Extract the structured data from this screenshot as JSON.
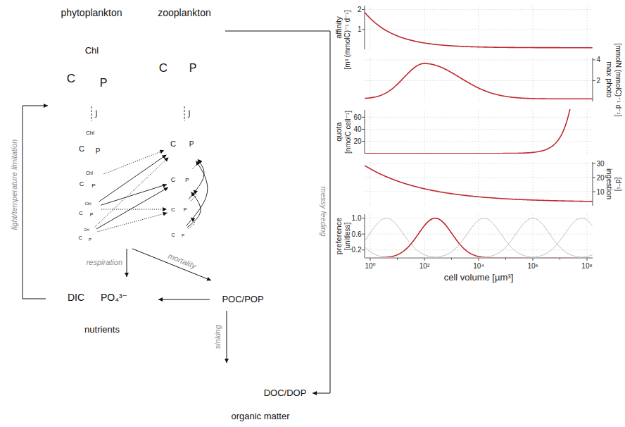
{
  "diagram": {
    "nodes": [
      {
        "text": [
          "phytoplankton"
        ]
      },
      {
        "text": [
          "C"
        ],
        "in": 0
      },
      {
        "text": [
          "Chl"
        ],
        "in": 1
      },
      {
        "text": [
          "P"
        ],
        "in": 1
      },
      {
        "text": [
          "C"
        ],
        "in": 0
      },
      {
        "text": [
          "Chl"
        ],
        "in": 4
      },
      {
        "text": [
          "P"
        ],
        "in": 4
      },
      {
        "text": [
          "C"
        ],
        "in": 0
      },
      {
        "text": [
          "Chl"
        ],
        "in": 7
      },
      {
        "text": [
          "P"
        ],
        "in": 7
      },
      {
        "text": [
          "C"
        ],
        "in": 0
      },
      {
        "text": [
          "Chl"
        ],
        "in": 10
      },
      {
        "text": [
          "P"
        ],
        "in": 10
      },
      {
        "text": [
          "C"
        ],
        "in": 0
      },
      {
        "text": [
          "Chl"
        ],
        "in": 13
      },
      {
        "text": [
          "P"
        ],
        "in": 13
      },
      {
        "text": [
          "zooplankton"
        ]
      },
      {
        "text": [
          "C"
        ],
        "in": 16
      },
      {
        "text": [
          "P"
        ],
        "in": 17
      },
      {
        "text": [
          "C"
        ],
        "in": 16
      },
      {
        "text": [
          "P"
        ],
        "in": 19
      },
      {
        "text": [
          "C"
        ],
        "in": 16
      },
      {
        "text": [
          "P"
        ],
        "in": 21
      },
      {
        "text": [
          "C"
        ],
        "in": 16
      },
      {
        "text": [
          "P"
        ],
        "in": 23
      },
      {
        "text": [
          "C"
        ],
        "in": 16
      },
      {
        "text": [
          "P"
        ],
        "in": 25
      },
      {
        "text": [
          "nutrients"
        ]
      },
      {
        "text": [
          "DIC",
          "PO₄³⁻"
        ],
        "in": 27
      },
      {
        "text": [
          "organic matter"
        ]
      },
      {
        "text": [
          "POC/POP"
        ],
        "in": 29
      },
      {
        "text": [
          "DOC/DOP"
        ],
        "in": 29
      }
    ],
    "edges": [
      {
        "from": 1,
        "to": 4,
        "arrow": "none",
        "label": "j"
      },
      {
        "from": 17,
        "to": 19,
        "arrow": "none",
        "label": "j"
      },
      {
        "from": 7,
        "to": 19,
        "arrow": "to"
      },
      {
        "from": 10,
        "to": 19,
        "arrow": "to"
      },
      {
        "from": 10,
        "to": 21,
        "arrow": "to"
      },
      {
        "from": 10,
        "to": 23,
        "arrow": "to"
      },
      {
        "from": 13,
        "to": 19,
        "arrow": "to"
      },
      {
        "from": 13,
        "to": 21,
        "arrow": "to"
      },
      {
        "from": 13,
        "to": 23,
        "arrow": "to"
      },
      {
        "from": 25,
        "to": 23,
        "arrow": "to"
      },
      {
        "from": 25,
        "to": 21,
        "arrow": "to"
      },
      {
        "from": 25,
        "to": 19,
        "arrow": "to"
      },
      {
        "from": 23,
        "to": 21,
        "arrow": "to"
      },
      {
        "from": 23,
        "to": 19,
        "arrow": "to"
      },
      {
        "from": 21,
        "to": 19,
        "arrow": "to"
      },
      {
        "from": 0,
        "to": 27,
        "arrow": "to",
        "label": "respiration"
      },
      {
        "from": 0,
        "to": 29,
        "arrow": "to",
        "label": "mortality"
      },
      {
        "from": 27,
        "to": 0,
        "arrow": "to",
        "label": "light/temperature limitation"
      },
      {
        "from": 30,
        "to": 27,
        "arrow": "to"
      },
      {
        "from": 16,
        "to": 31,
        "arrow": "to",
        "label": "messy feeding"
      }
    ],
    "labels": [
      "sinking",
      "affinity",
      "[m³ (mmolC)⁻¹ d⁻¹]",
      "2",
      "1",
      "max photo",
      "[mmolN (mmolC)⁻¹ d⁻¹]",
      "4",
      "2",
      "quota",
      "[nmolC cell⁻¹]",
      "60",
      "40",
      "20",
      "ingestion",
      "[d⁻¹]",
      "30",
      "20",
      "10",
      "preference",
      "[unitless]",
      "1.0",
      "0.6",
      "0.2",
      "10⁰",
      "10²",
      "10⁴",
      "10⁶",
      "10⁸",
      "cell volume [µm³]"
    ]
  }
}
